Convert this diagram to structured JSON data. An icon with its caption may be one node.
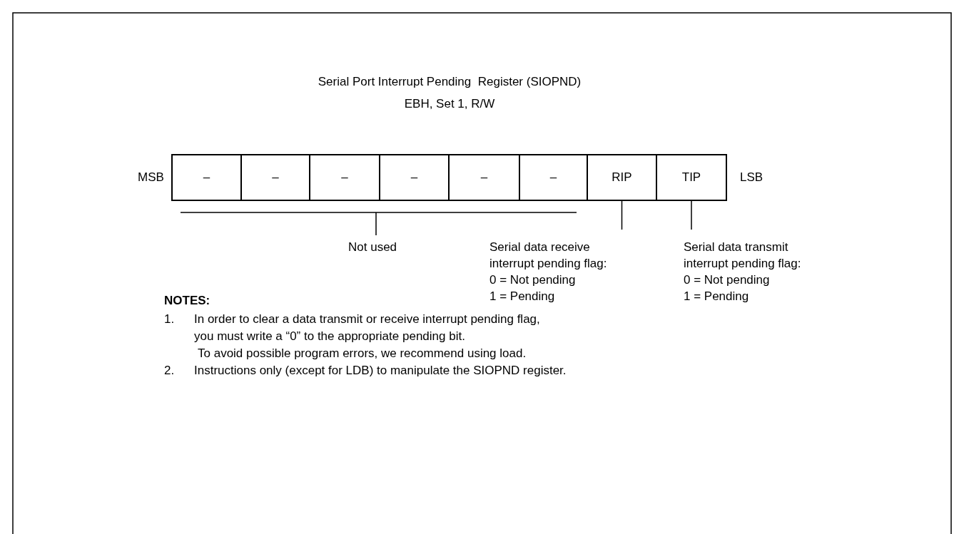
{
  "diagram": {
    "title": "Serial Port Interrupt Pending  Register (SIOPND)",
    "nodes": [
      {
        "text": [
          "–"
        ]
      },
      {
        "text": [
          "–"
        ]
      },
      {
        "text": [
          "–"
        ]
      },
      {
        "text": [
          "–"
        ]
      },
      {
        "text": [
          "–"
        ]
      },
      {
        "text": [
          "–"
        ]
      },
      {
        "text": [
          "RIP"
        ]
      },
      {
        "text": [
          "TIP"
        ]
      },
      {
        "text": [
          "Serial data receive interrupt pending flag:",
          "0 = Not pending",
          "1 = Pending"
        ]
      },
      {
        "text": [
          "Serial data transmit interrupt pending flag:",
          "0 = Not pending",
          "1 = Pending"
        ]
      }
    ],
    "edges": [
      {
        "from": 6,
        "to": 8,
        "arrow": "none"
      },
      {
        "from": 7,
        "to": 9,
        "arrow": "none"
      }
    ],
    "labels": [
      "EBH, Set 1, R/W",
      "MSB",
      "LSB",
      "Not used",
      "NOTES:",
      "1.",
      "In order to clear a data transmit or receive interrupt pending flag, you must write a “0” to the appropriate pending bit.",
      "To avoid possible program errors, we recommend using load.",
      "2.",
      "Instructions only (except for LDB) to manipulate the SIOPND register."
    ]
  }
}
